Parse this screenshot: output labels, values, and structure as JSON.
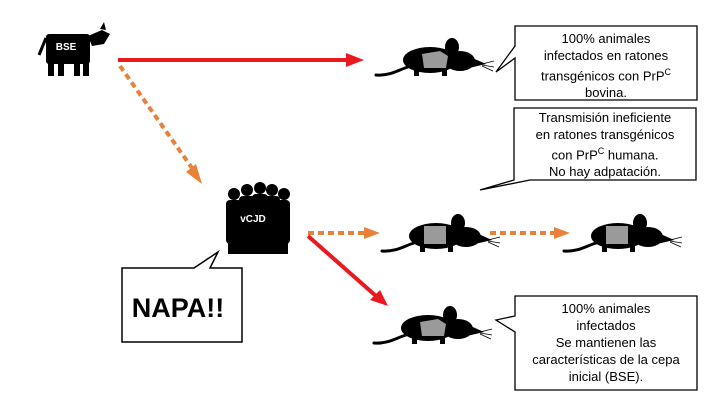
{
  "nodes": {
    "cow_label": "BSE",
    "people_label": "vCJD"
  },
  "callouts": {
    "top": {
      "line1": "100% animales",
      "line2": "infectados en ratones",
      "line3_pre": "transgénicos con PrP",
      "line3_sup": "C",
      "line4": "bovina."
    },
    "middle": {
      "line1": "Transmisión ineficiente",
      "line2": "en ratones transgénicos",
      "line3_pre": "con PrP",
      "line3_sup": "C",
      "line3_post": " humana.",
      "line4": "No hay adpatación."
    },
    "bottom": {
      "line1": "100% animales",
      "line2": "infectados",
      "line3": "Se mantienen las",
      "line4": "características de la cepa",
      "line5": "inicial (BSE)."
    },
    "speech": "NAPA!!"
  },
  "colors": {
    "solid_arrow": "#e8191f",
    "dotted_arrow": "#e8823a",
    "silhouette": "#000000",
    "mouse_patch": "#9a9a9a"
  }
}
